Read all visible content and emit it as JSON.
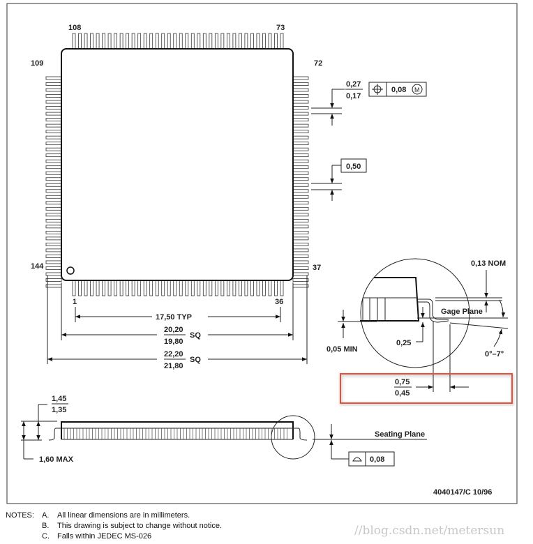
{
  "pins": {
    "top_left": "108",
    "top_right": "73",
    "left_top": "109",
    "right_top": "72",
    "left_bottom": "144",
    "right_bottom": "37",
    "bottom_left": "1",
    "bottom_right": "36"
  },
  "dims": {
    "typ": "17,50 TYP",
    "body_max": "20,20",
    "body_min": "19,80",
    "body_sq": "SQ",
    "overall_max": "22,20",
    "overall_min": "21,80",
    "overall_sq": "SQ",
    "lead_w_max": "0,27",
    "lead_w_min": "0,17",
    "position_tol": "0,08",
    "mmc": "M",
    "pitch": "0,50",
    "nom": "0,13 NOM",
    "gage_plane": "Gage Plane",
    "angle": "0°–7°",
    "standoff": "0,05 MIN",
    "gage_h": "0,25",
    "foot_max": "0,75",
    "foot_min": "0,45",
    "height_max": "1,45",
    "height_min": "1,35",
    "total_max": "1,60 MAX",
    "seating_plane": "Seating Plane",
    "coplanarity": "0,08",
    "drawing_id": "4040147/C 10/96"
  },
  "notes": {
    "label": "NOTES:",
    "items": [
      {
        "letter": "A.",
        "text": "All linear dimensions are in millimeters."
      },
      {
        "letter": "B.",
        "text": "This drawing is subject to change without notice."
      },
      {
        "letter": "C.",
        "text": "Falls within JEDEC MS-026"
      }
    ]
  },
  "watermark": "//blog.csdn.net/metersun",
  "colors": {
    "highlight": "#e8503a"
  }
}
